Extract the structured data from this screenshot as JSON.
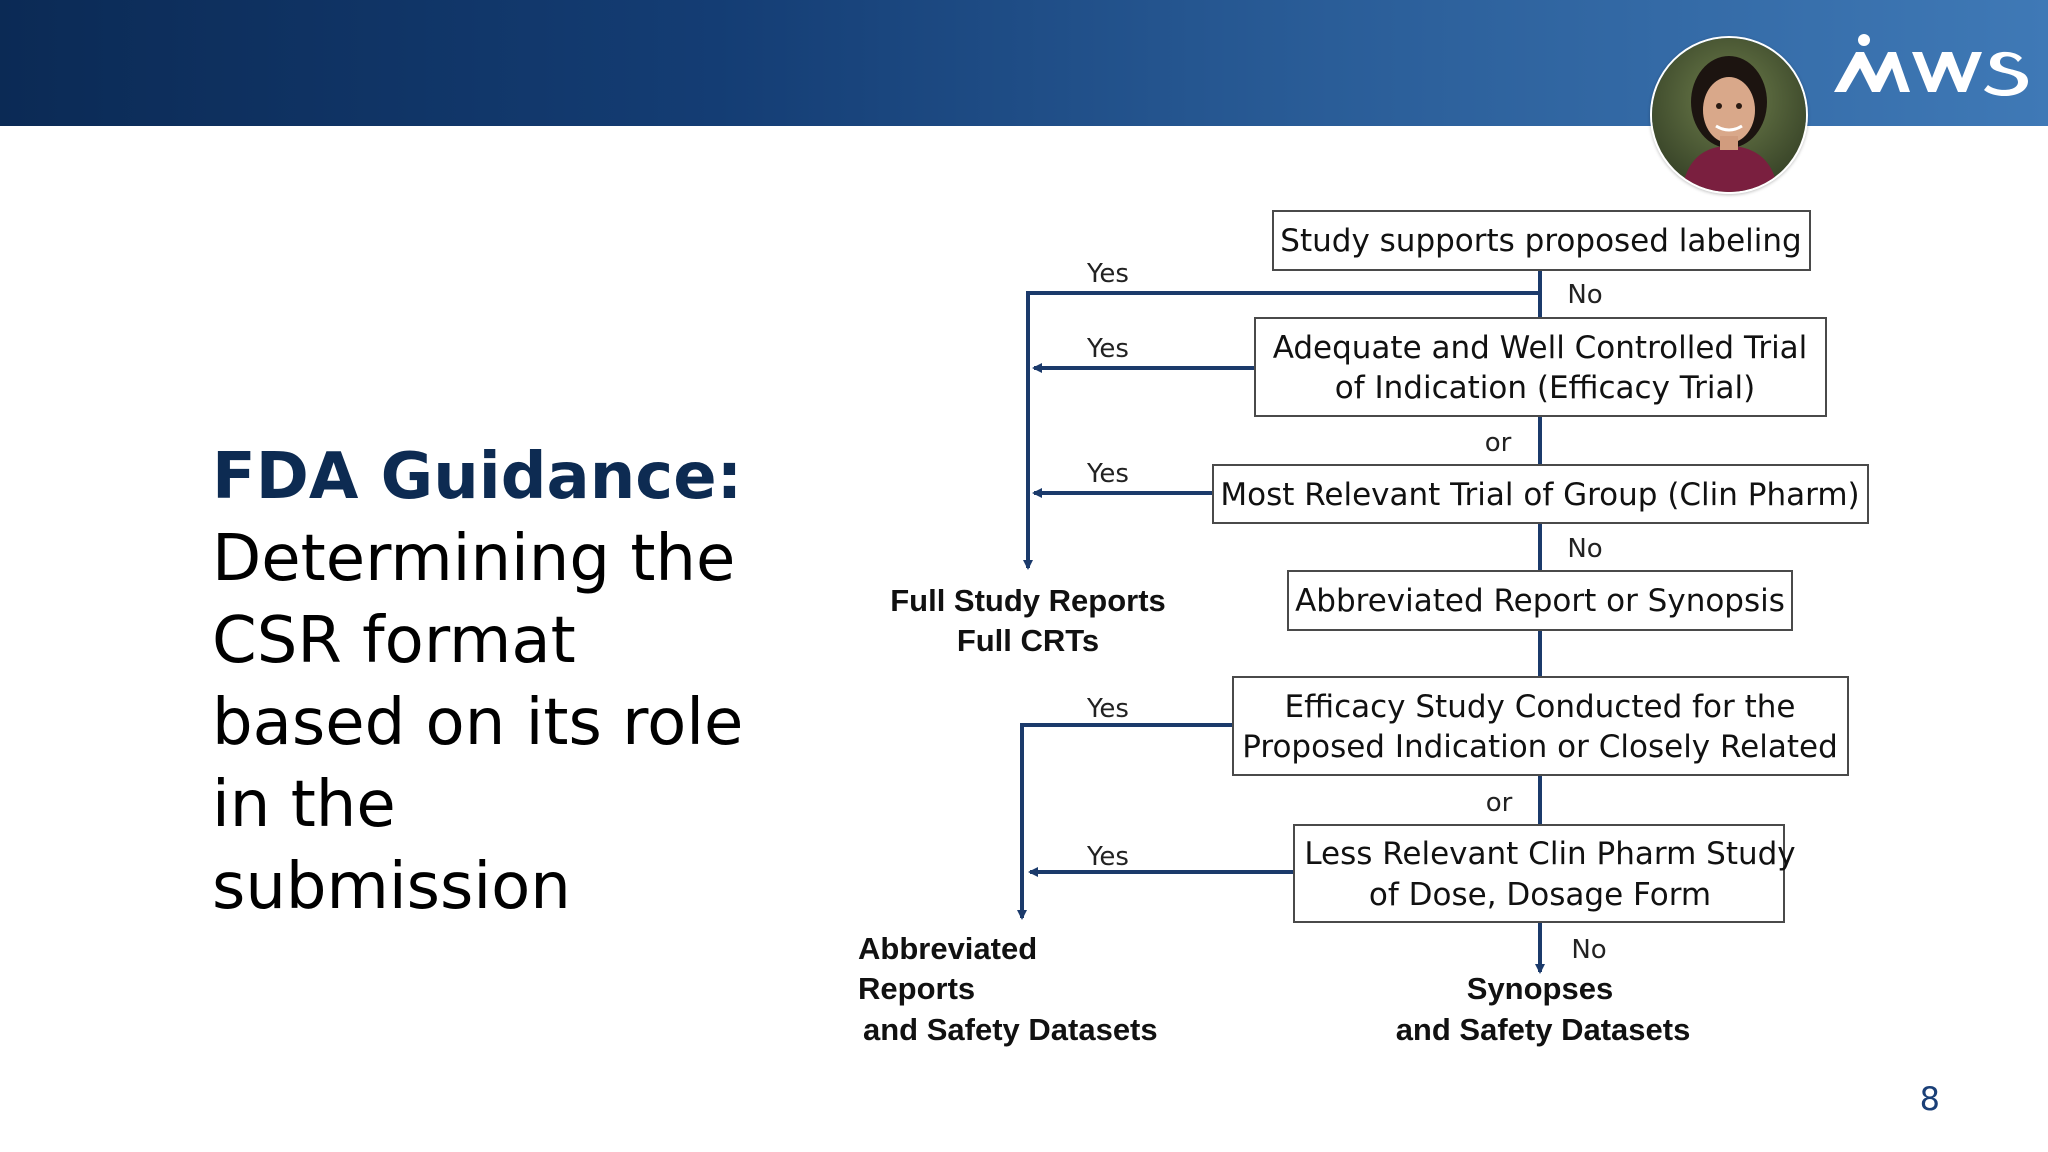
{
  "slide": {
    "title_bold": "FDA Guidance:",
    "title_lines": [
      "Determining the",
      "CSR format",
      "based on its role",
      "in the submission"
    ],
    "page_number": "8",
    "logo_text": "AMWS"
  },
  "flowchart": {
    "boxes": [
      {
        "id": "study-supports",
        "lines": [
          "Study supports proposed labeling"
        ]
      },
      {
        "id": "adequate-trial",
        "lines": [
          "Adequate and Well Controlled Trial",
          "of Indication (Efficacy Trial)"
        ]
      },
      {
        "id": "most-relevant",
        "lines": [
          "Most Relevant Trial of Group (Clin Pharm)"
        ]
      },
      {
        "id": "abbreviated-report",
        "lines": [
          "Abbreviated Report or Synopsis"
        ]
      },
      {
        "id": "efficacy-study",
        "lines": [
          "Efficacy Study Conducted for the",
          "Proposed Indication or Closely Related"
        ]
      },
      {
        "id": "less-relevant",
        "lines": [
          "Less Relevant Clin Pharm Study",
          "of Dose, Dosage Form"
        ]
      }
    ],
    "edge_labels": {
      "yes": "Yes",
      "no": "No",
      "or": "or"
    },
    "outcomes": {
      "full": [
        "Full Study Reports",
        "Full CRTs"
      ],
      "abbreviated": [
        "Abbreviated",
        "Reports",
        "and Safety Datasets"
      ],
      "synopses": [
        "Synopses",
        "and Safety Datasets"
      ]
    }
  },
  "colors": {
    "header_dark": "#0b2a55",
    "header_light": "#3f79b6",
    "title_bold": "#0d2b52",
    "connector": "#1b3a6b",
    "page_number": "#1a3f77"
  }
}
